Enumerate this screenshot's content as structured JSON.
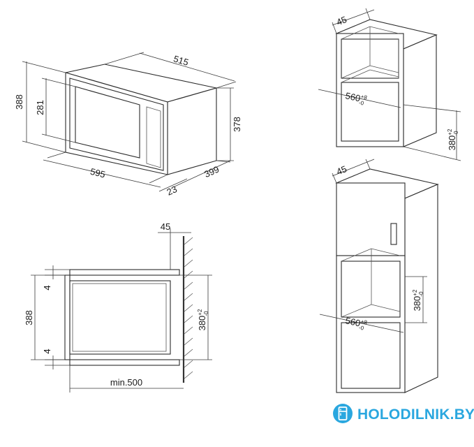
{
  "views": {
    "oven_iso": {
      "width_top": "515",
      "height_right": "378",
      "height_left": "388",
      "inner_height": "281",
      "width_front": "595",
      "depth": "399",
      "door_offset": "23"
    },
    "side_section": {
      "top_offset": "45",
      "gap_top": "4",
      "gap_bottom": "4",
      "height": "388",
      "niche_height": "380",
      "niche_height_sup": "+2",
      "niche_height_sub": "-0",
      "min_depth": "min.500"
    },
    "cabinet_top": {
      "top_offset": "45",
      "niche_width": "560",
      "niche_width_sup": "+8",
      "niche_width_sub": "-0",
      "niche_height": "380",
      "niche_height_sup": "+2",
      "niche_height_sub": "-0"
    },
    "cabinet_tall": {
      "top_offset": "45",
      "niche_width": "560",
      "niche_width_sup": "+8",
      "niche_width_sub": "-0",
      "niche_height": "380",
      "niche_height_sup": "+2",
      "niche_height_sub": "-0"
    }
  },
  "watermark": {
    "text": "HOLODILNIK.BY",
    "color": "#2aa7df",
    "icon": "fridge-icon"
  }
}
